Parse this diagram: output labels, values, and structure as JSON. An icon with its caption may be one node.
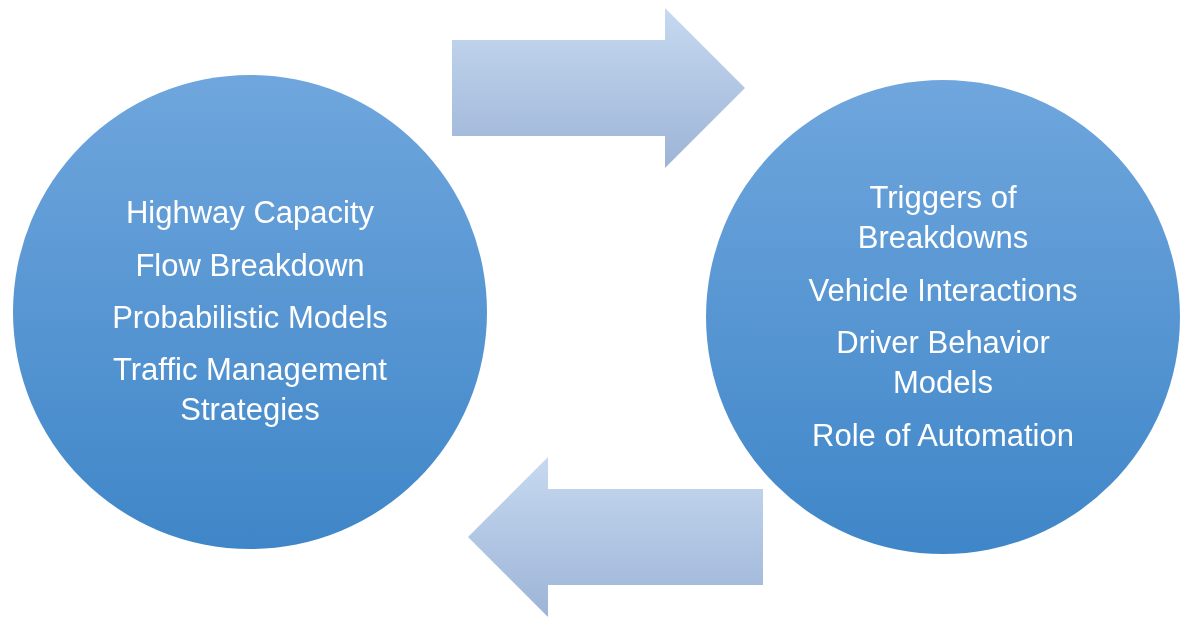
{
  "diagram": {
    "nodes": [
      {
        "text": [
          "Highway Capacity",
          "Flow Breakdown",
          "Probabilistic Models",
          "Traffic Management Strategies"
        ]
      },
      {
        "text": [
          "Triggers of Breakdowns",
          "Vehicle Interactions",
          "Driver Behavior Models",
          "Role of Automation"
        ]
      }
    ],
    "edges": [
      {
        "from": 0,
        "to": 1,
        "arrow": "to"
      },
      {
        "from": 1,
        "to": 0,
        "arrow": "to"
      }
    ]
  }
}
